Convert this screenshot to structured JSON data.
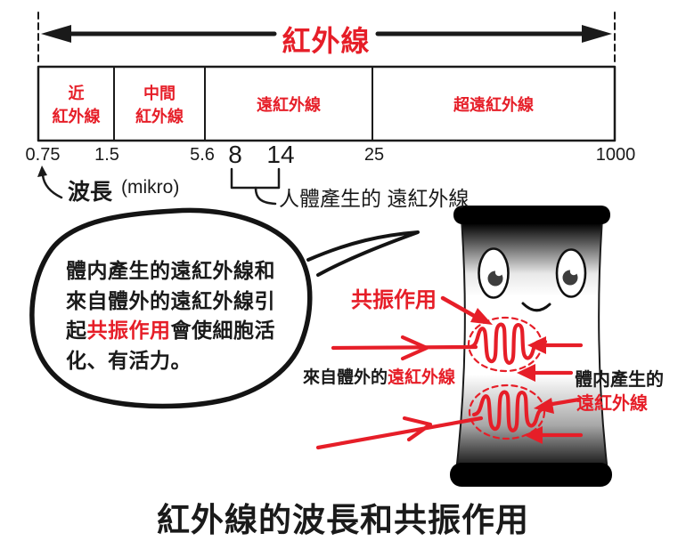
{
  "colors": {
    "red": "#e61e28",
    "ink": "#1a1a1a"
  },
  "top_arrow": {
    "label": "紅外線"
  },
  "spectrum_bar": {
    "segments": [
      {
        "line1": "近",
        "line2": "紅外線"
      },
      {
        "line1": "中間",
        "line2": "紅外線"
      },
      {
        "line1": "遠紅外線"
      },
      {
        "line1": "超遠紅外線"
      }
    ],
    "ticks": [
      "0.75",
      "1.5",
      "5.6",
      "8",
      "14",
      "25",
      "1000"
    ]
  },
  "scale_notes": {
    "wavelength_label": "波長",
    "unit_label": "(mikro)",
    "human_range_label": "人體產生的 遠紅外線"
  },
  "speech_bubble": {
    "line1": "體内產生的遠紅外線和",
    "line2": "來自體外的遠紅外線引",
    "line3_pre": "起",
    "line3_red": "共振作用",
    "line3_post": "會使細胞活",
    "line4": "化、有活力。"
  },
  "diagram_labels": {
    "resonance": "共振作用",
    "external_fir_black": "來自體外的",
    "external_fir_red": "遠紅外線",
    "internal_fir_black": "體内產生的",
    "internal_fir_red": "遠紅外線"
  },
  "caption": "紅外線的波長和共振作用"
}
